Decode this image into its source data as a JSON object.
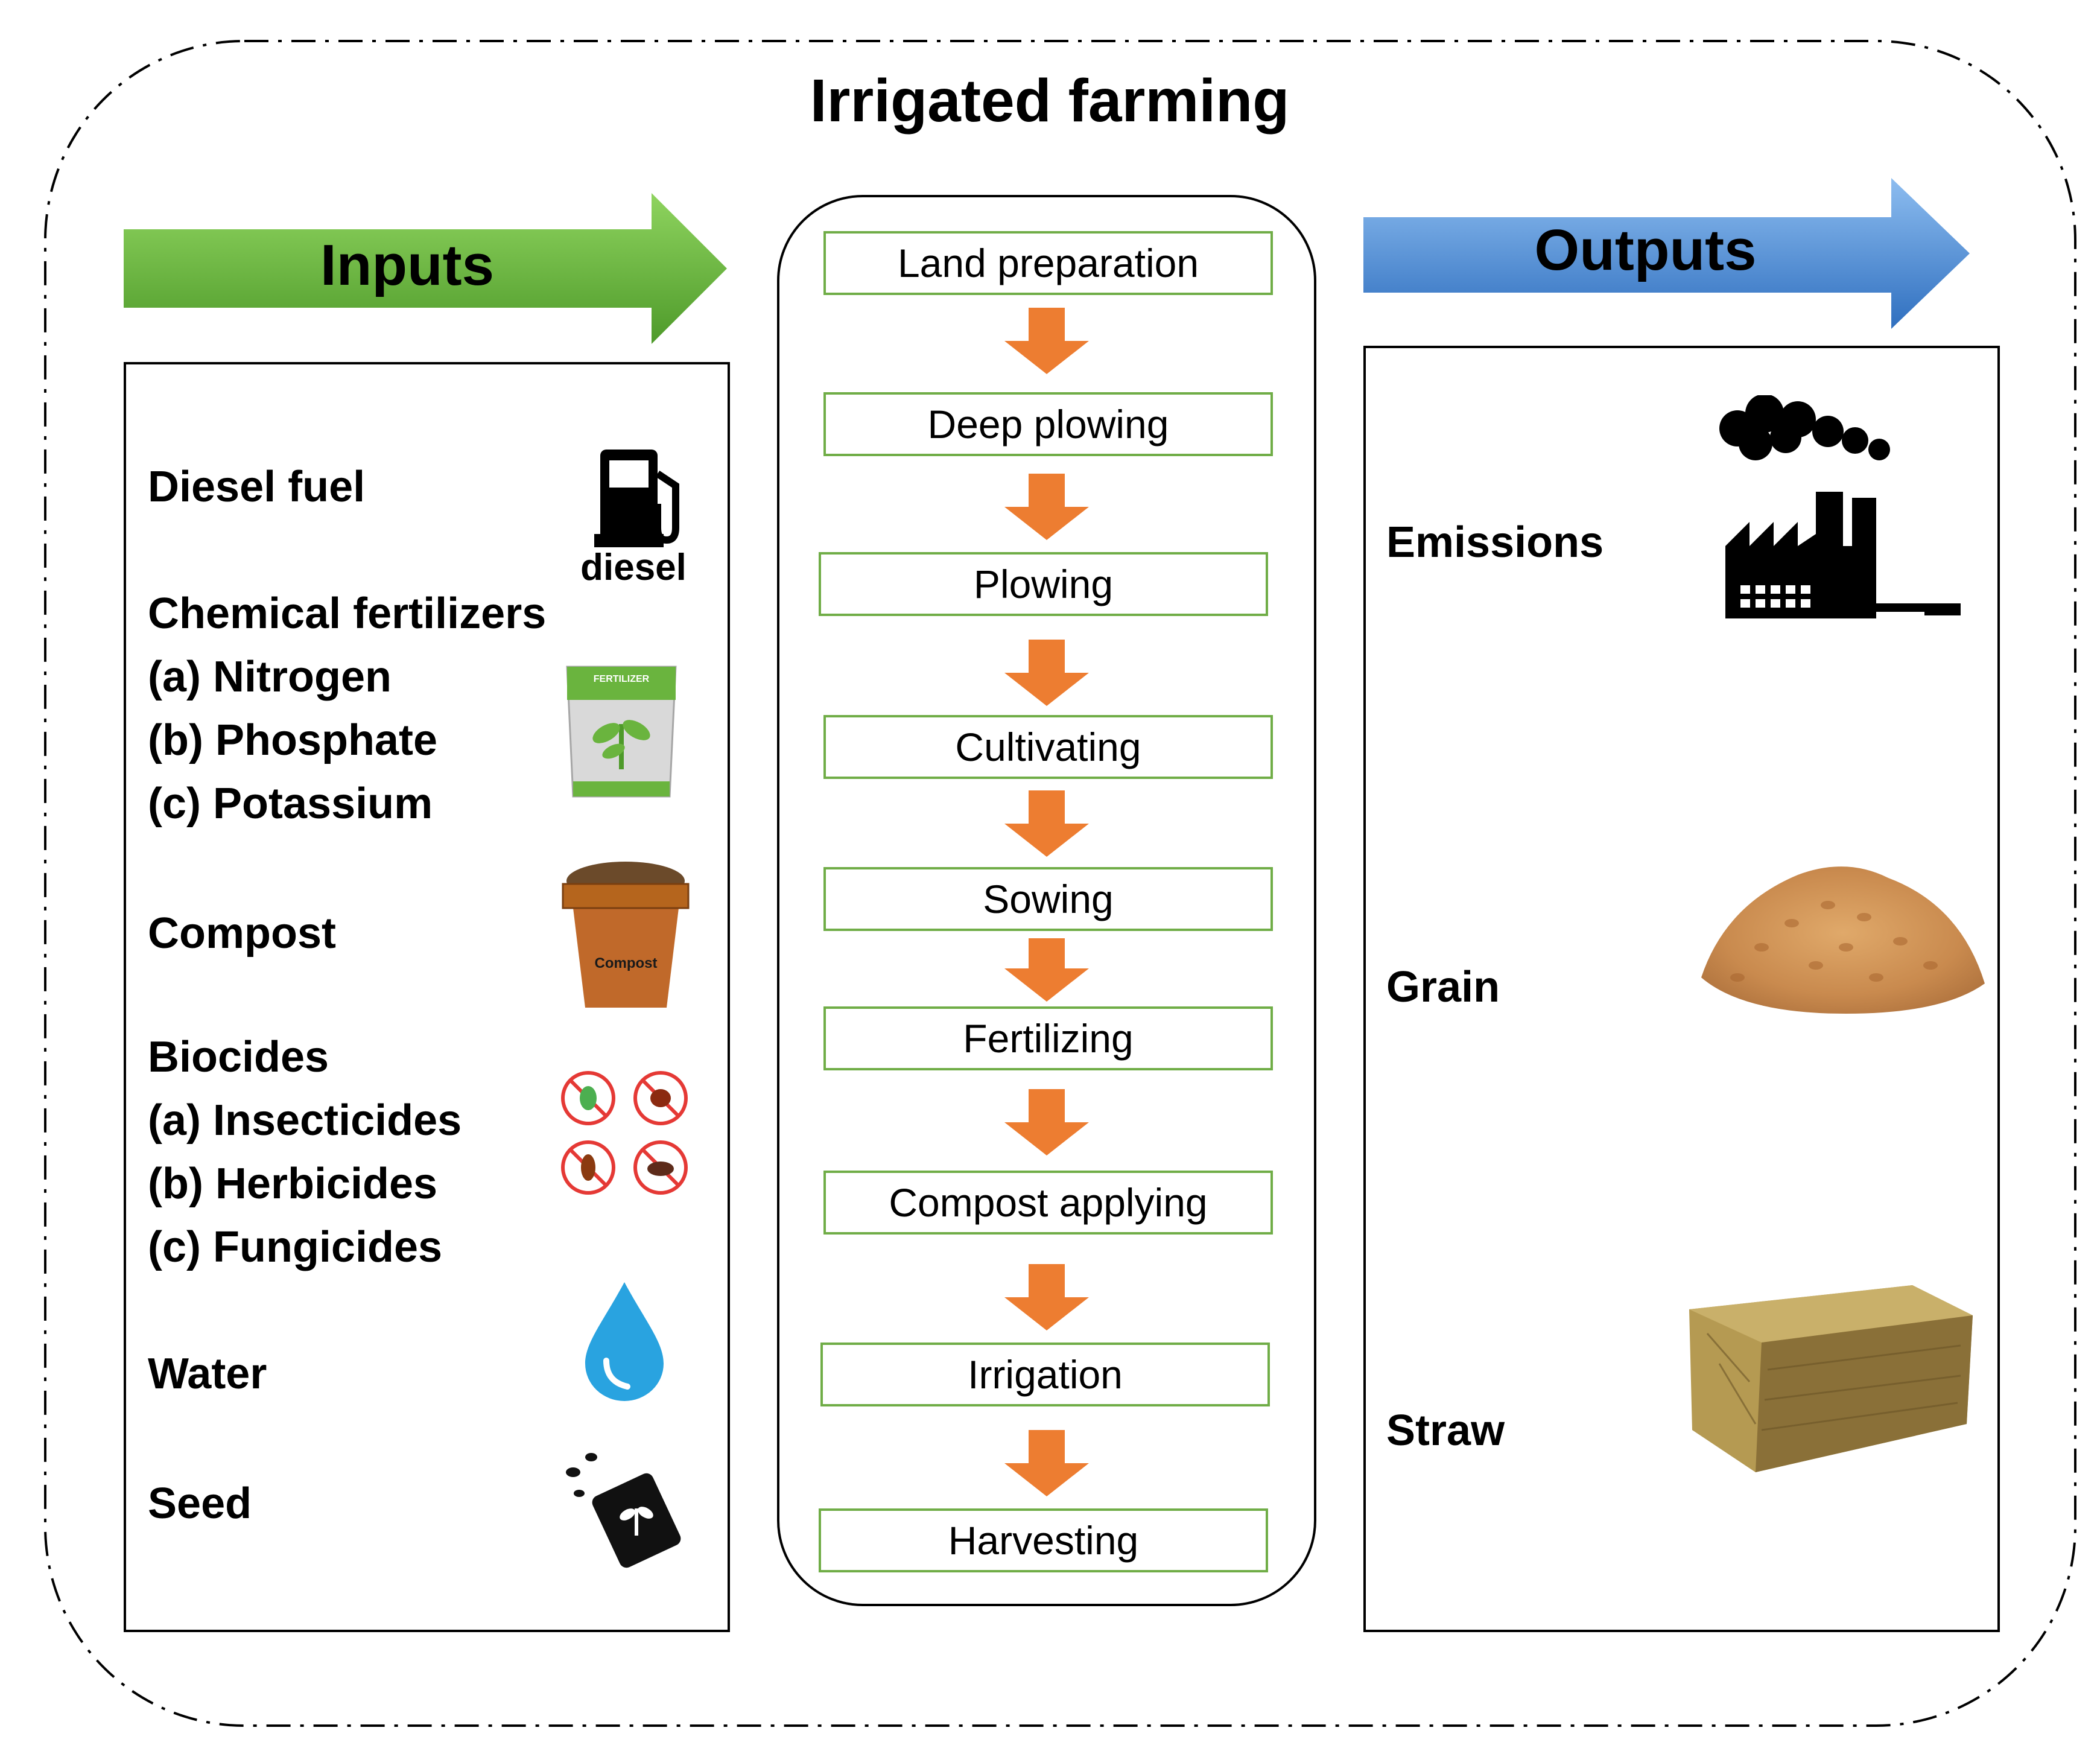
{
  "title": "Irrigated farming",
  "inputs_label": "Inputs",
  "outputs_label": "Outputs",
  "inputs": {
    "diesel_fuel": "Diesel fuel",
    "diesel_icon_text": "diesel",
    "chem_title": "Chemical fertilizers",
    "chem_a": "(a) Nitrogen",
    "chem_b": "(b) Phosphate",
    "chem_c": "(c) Potassium",
    "fertilizer_bag_text": "FERTILIZER",
    "compost": "Compost",
    "compost_pot_text": "Compost",
    "biocides_title": "Biocides",
    "bio_a": "(a) Insecticides",
    "bio_b": "(b) Herbicides",
    "bio_c": "(c) Fungicides",
    "water": "Water",
    "seed": "Seed"
  },
  "process_steps": [
    "Land preparation",
    "Deep plowing",
    "Plowing",
    "Cultivating",
    "Sowing",
    "Fertilizing",
    "Compost applying",
    "Irrigation",
    "Harvesting"
  ],
  "outputs": {
    "emissions": "Emissions",
    "grain": "Grain",
    "straw": "Straw"
  },
  "colors": {
    "inputs_arrow": "#6ab43e",
    "outputs_arrow": "#4f8fd4",
    "step_border": "#70ad47",
    "flow_arrow": "#ed7d31"
  }
}
